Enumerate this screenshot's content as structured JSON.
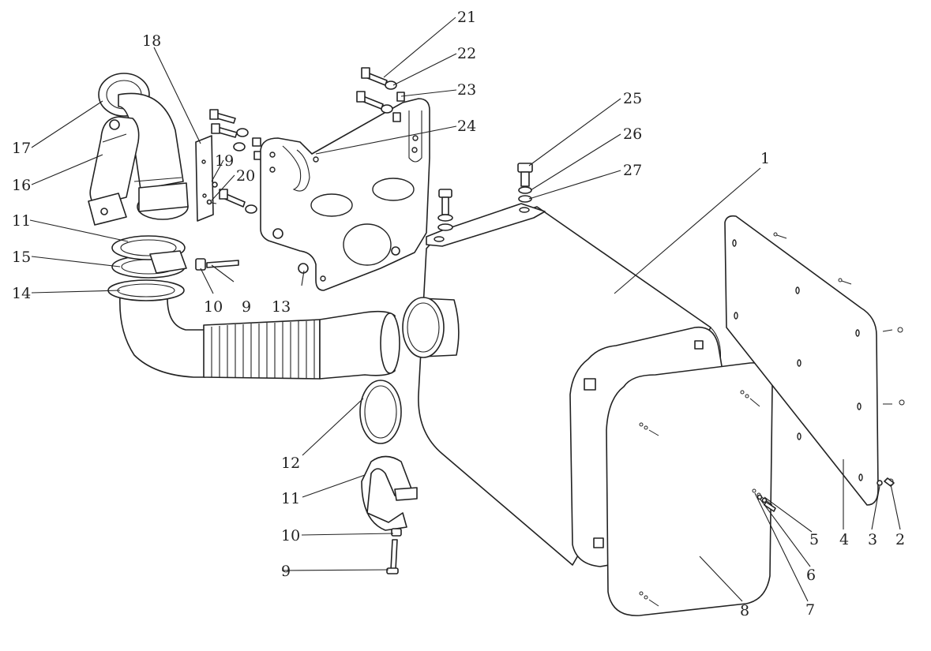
{
  "diagram": {
    "labels": [
      {
        "id": "1",
        "text": "1"
      },
      {
        "id": "2",
        "text": "2"
      },
      {
        "id": "3",
        "text": "3"
      },
      {
        "id": "4",
        "text": "4"
      },
      {
        "id": "5",
        "text": "5"
      },
      {
        "id": "6",
        "text": "6"
      },
      {
        "id": "7",
        "text": "7"
      },
      {
        "id": "8",
        "text": "8"
      },
      {
        "id": "9a",
        "text": "9"
      },
      {
        "id": "9b",
        "text": "9"
      },
      {
        "id": "10a",
        "text": "10"
      },
      {
        "id": "10b",
        "text": "10"
      },
      {
        "id": "11a",
        "text": "11"
      },
      {
        "id": "11b",
        "text": "11"
      },
      {
        "id": "12",
        "text": "12"
      },
      {
        "id": "13",
        "text": "13"
      },
      {
        "id": "14",
        "text": "14"
      },
      {
        "id": "15",
        "text": "15"
      },
      {
        "id": "16",
        "text": "16"
      },
      {
        "id": "17",
        "text": "17"
      },
      {
        "id": "18",
        "text": "18"
      },
      {
        "id": "19",
        "text": "19"
      },
      {
        "id": "20",
        "text": "20"
      },
      {
        "id": "21",
        "text": "21"
      },
      {
        "id": "22",
        "text": "22"
      },
      {
        "id": "23",
        "text": "23"
      },
      {
        "id": "24",
        "text": "24"
      },
      {
        "id": "25",
        "text": "25"
      },
      {
        "id": "26",
        "text": "26"
      },
      {
        "id": "27",
        "text": "27"
      }
    ]
  }
}
